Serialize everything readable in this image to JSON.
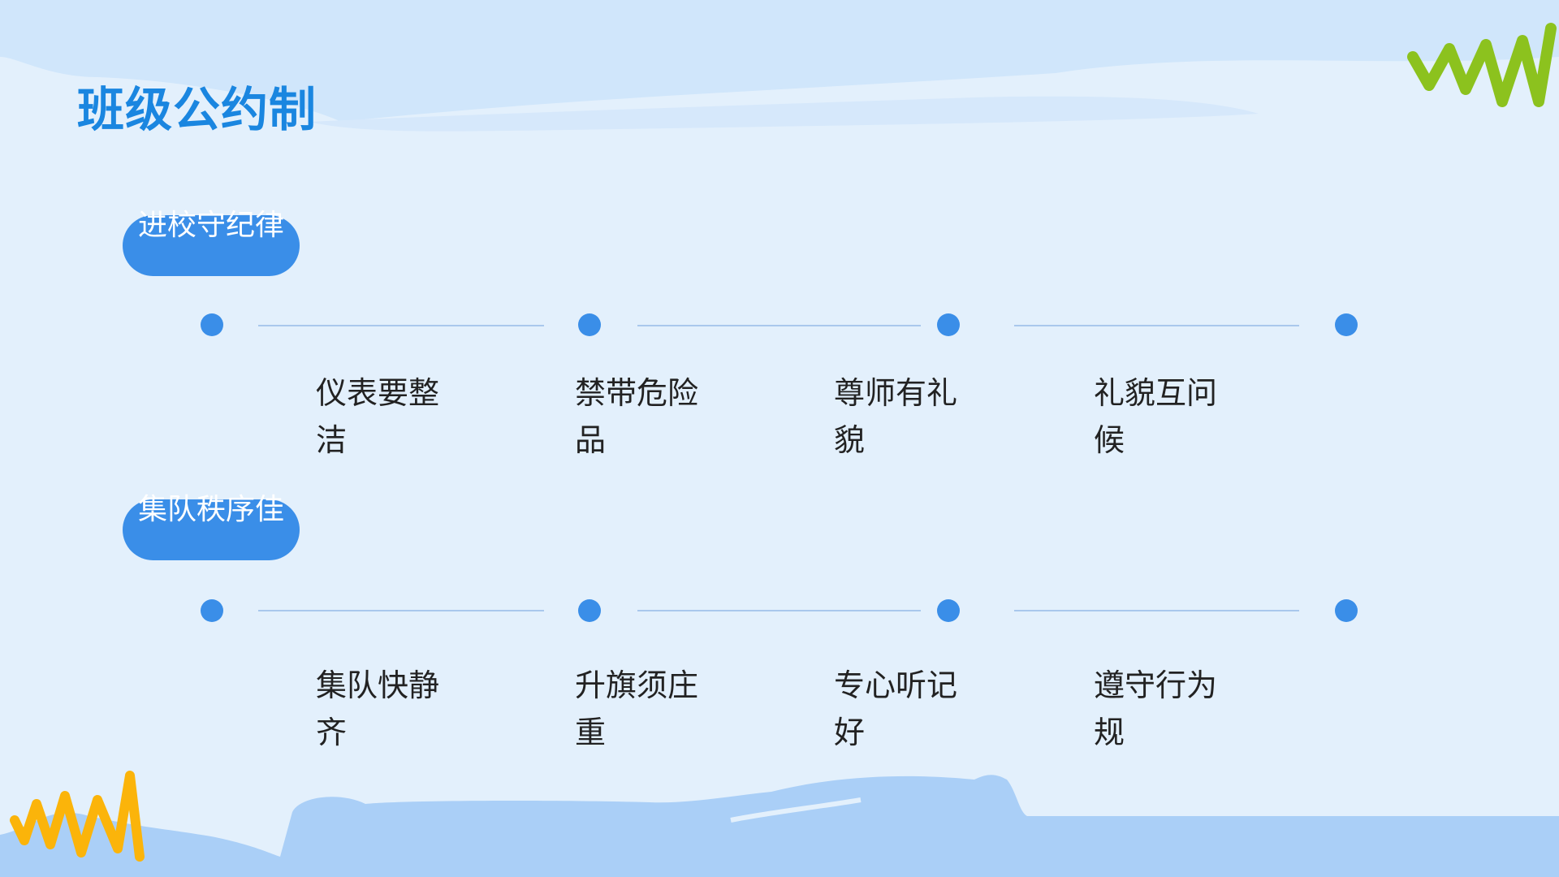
{
  "title": "班级公约制",
  "sections": [
    {
      "label": "进校守纪律",
      "items": [
        "仪表要整洁",
        "禁带危险品",
        "尊师有礼貌",
        "礼貌互问候"
      ]
    },
    {
      "label": "集队秩序佳",
      "items": [
        "集队快静齐",
        "升旗须庄重",
        "专心听记好",
        "遵守行为规"
      ]
    }
  ],
  "colors": {
    "accent": "#3a8ee8",
    "title": "#1a86e0",
    "background": "#e3f0fc",
    "wave": "#aacff7",
    "green": "#8cc21e",
    "orange": "#fbb40a"
  }
}
